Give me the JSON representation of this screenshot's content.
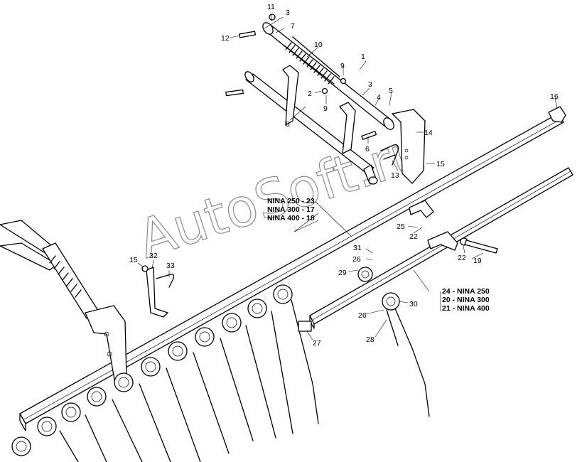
{
  "watermark": "AutoSoft.ru",
  "callouts": [
    "1",
    "2",
    "3",
    "3",
    "4",
    "5",
    "6",
    "7",
    "8",
    "9",
    "9",
    "10",
    "11",
    "12",
    "13",
    "14",
    "15",
    "15",
    "16",
    "19",
    "22",
    "22",
    "25",
    "26",
    "26",
    "27",
    "28",
    "29",
    "30",
    "31",
    "32",
    "33"
  ],
  "variant_group_top": {
    "lines": [
      "NINA 250 - 23",
      "NINA 300 - 17",
      "NINA 400 - 18"
    ]
  },
  "variant_group_right": {
    "lines": [
      "24 - NINA 250",
      "20 - NINA 300",
      "21 - NINA 400"
    ]
  }
}
